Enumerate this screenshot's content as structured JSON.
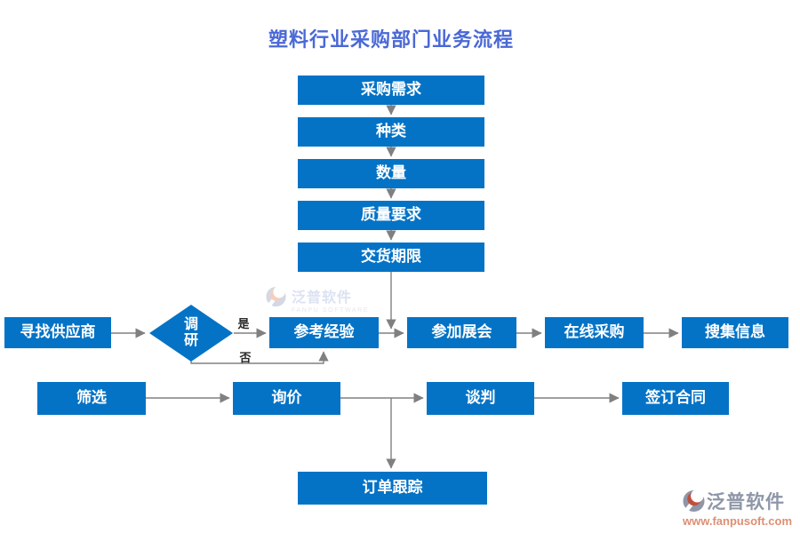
{
  "title": "塑料行业采购部门业务流程",
  "nodes": {
    "purchase_demand": "采购需求",
    "category": "种类",
    "quantity": "数量",
    "quality_requirements": "质量要求",
    "delivery_deadline": "交货期限",
    "find_supplier": "寻找供应商",
    "research": "调研",
    "reference_experience": "参考经验",
    "attend_exhibition": "参加展会",
    "online_purchase": "在线采购",
    "collect_information": "搜集信息",
    "screening": "筛选",
    "inquiry": "询价",
    "negotiation": "谈判",
    "sign_contract": "签订合同",
    "order_tracking": "订单跟踪"
  },
  "edge_labels": {
    "yes": "是",
    "no": "否"
  },
  "watermarks": {
    "center": {
      "brand": "泛普软件",
      "subtitle": "FANPU SOFTWARE"
    },
    "corner": {
      "brand": "泛普软件",
      "url": "www.fanpusoft.com"
    }
  },
  "colors": {
    "node_fill": "#0473c6",
    "node_text": "#ffffff",
    "title_text": "#4a68d6",
    "connector": "#808080",
    "corner_logo_gray": "#8e96a8",
    "corner_logo_red": "#c0503e",
    "corner_url_text": "#dd8f73"
  }
}
